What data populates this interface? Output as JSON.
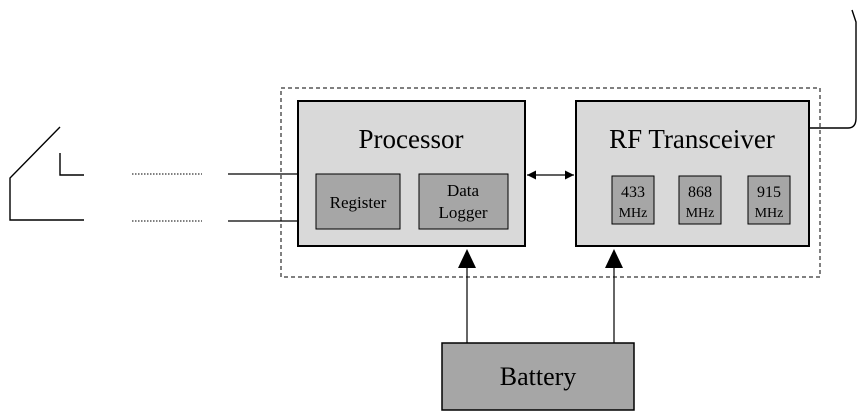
{
  "processor": {
    "title": "Processor",
    "register_label": "Register",
    "data_logger_line1": "Data",
    "data_logger_line2": "Logger"
  },
  "rf_transceiver": {
    "title": "RF Transceiver",
    "channels": [
      {
        "value": "433",
        "unit": "MHz"
      },
      {
        "value": "868",
        "unit": "MHz"
      },
      {
        "value": "915",
        "unit": "MHz"
      }
    ]
  },
  "battery": {
    "label": "Battery"
  },
  "colors": {
    "main_box_fill": "#d9d9d9",
    "sub_box_fill": "#a6a6a6",
    "battery_fill": "#a6a6a6",
    "stroke": "#000000",
    "background": "#ffffff"
  }
}
